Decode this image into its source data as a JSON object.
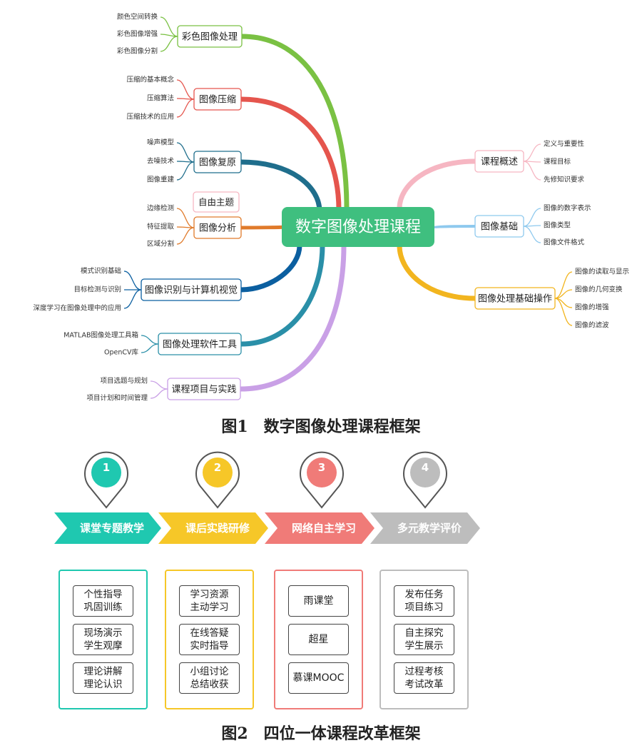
{
  "figure1": {
    "caption": "图1　数字图像处理课程框架",
    "center": {
      "label": "数字图像处理课程",
      "color": "#3fbf7f"
    },
    "center_tag": "自由主题",
    "left_branches": [
      {
        "name": "彩色图像处理",
        "color": "#7ac143",
        "leaves": [
          "颜色空间转换",
          "彩色图像增强",
          "彩色图像分割"
        ]
      },
      {
        "name": "图像压缩",
        "color": "#e5554d",
        "leaves": [
          "压缩的基本概念",
          "压缩算法",
          "压缩技术的应用"
        ]
      },
      {
        "name": "图像复原",
        "color": "#1f6e8c",
        "leaves": [
          "噪声模型",
          "去噪技术",
          "图像重建"
        ]
      },
      {
        "name": "图像分析",
        "color": "#e07a2a",
        "leaves": [
          "边缘检测",
          "特征提取",
          "区域分割"
        ]
      },
      {
        "name": "图像识别与计算机视觉",
        "color": "#0b5fa0",
        "leaves": [
          "模式识别基础",
          "目标检测与识别",
          "深度学习在图像处理中的应用"
        ]
      },
      {
        "name": "图像处理软件工具",
        "color": "#2a8fa8",
        "leaves": [
          "MATLAB图像处理工具箱",
          "OpenCV库"
        ]
      },
      {
        "name": "课程项目与实践",
        "color": "#c9a0e6",
        "leaves": [
          "项目选题与规划",
          "项目计划和时间管理"
        ]
      }
    ],
    "right_branches": [
      {
        "name": "课程概述",
        "color": "#f6b6c2",
        "leaves": [
          "定义与重要性",
          "课程目标",
          "先修知识要求"
        ]
      },
      {
        "name": "图像基础",
        "color": "#8ec9ee",
        "leaves": [
          "图像的数字表示",
          "图像类型",
          "图像文件格式"
        ]
      },
      {
        "name": "图像处理基础操作",
        "color": "#f2b51f",
        "leaves": [
          "图像的读取与显示",
          "图像的几何变换",
          "图像的增强",
          "图像的滤波"
        ]
      }
    ]
  },
  "figure2": {
    "caption": "图2　四位一体课程改革框架",
    "stages": [
      {
        "number": "1",
        "label": "课堂专题教学",
        "color": "#1fc8b0",
        "boxes": [
          [
            "个性指导",
            "巩固训练"
          ],
          [
            "现场演示",
            "学生观摩"
          ],
          [
            "理论讲解",
            "理论认识"
          ]
        ]
      },
      {
        "number": "2",
        "label": "课后实践研修",
        "color": "#f6c728",
        "boxes": [
          [
            "学习资源",
            "主动学习"
          ],
          [
            "在线答疑",
            "实时指导"
          ],
          [
            "小组讨论",
            "总结收获"
          ]
        ]
      },
      {
        "number": "3",
        "label": "网络自主学习",
        "color": "#f07b78",
        "boxes": [
          [
            "雨课堂"
          ],
          [
            "超星"
          ],
          [
            "慕课MOOC"
          ]
        ]
      },
      {
        "number": "4",
        "label": "多元教学评价",
        "color": "#bdbdbd",
        "boxes": [
          [
            "发布任务",
            "项目练习"
          ],
          [
            "自主探究",
            "学生展示"
          ],
          [
            "过程考核",
            "考试改革"
          ]
        ]
      }
    ]
  }
}
